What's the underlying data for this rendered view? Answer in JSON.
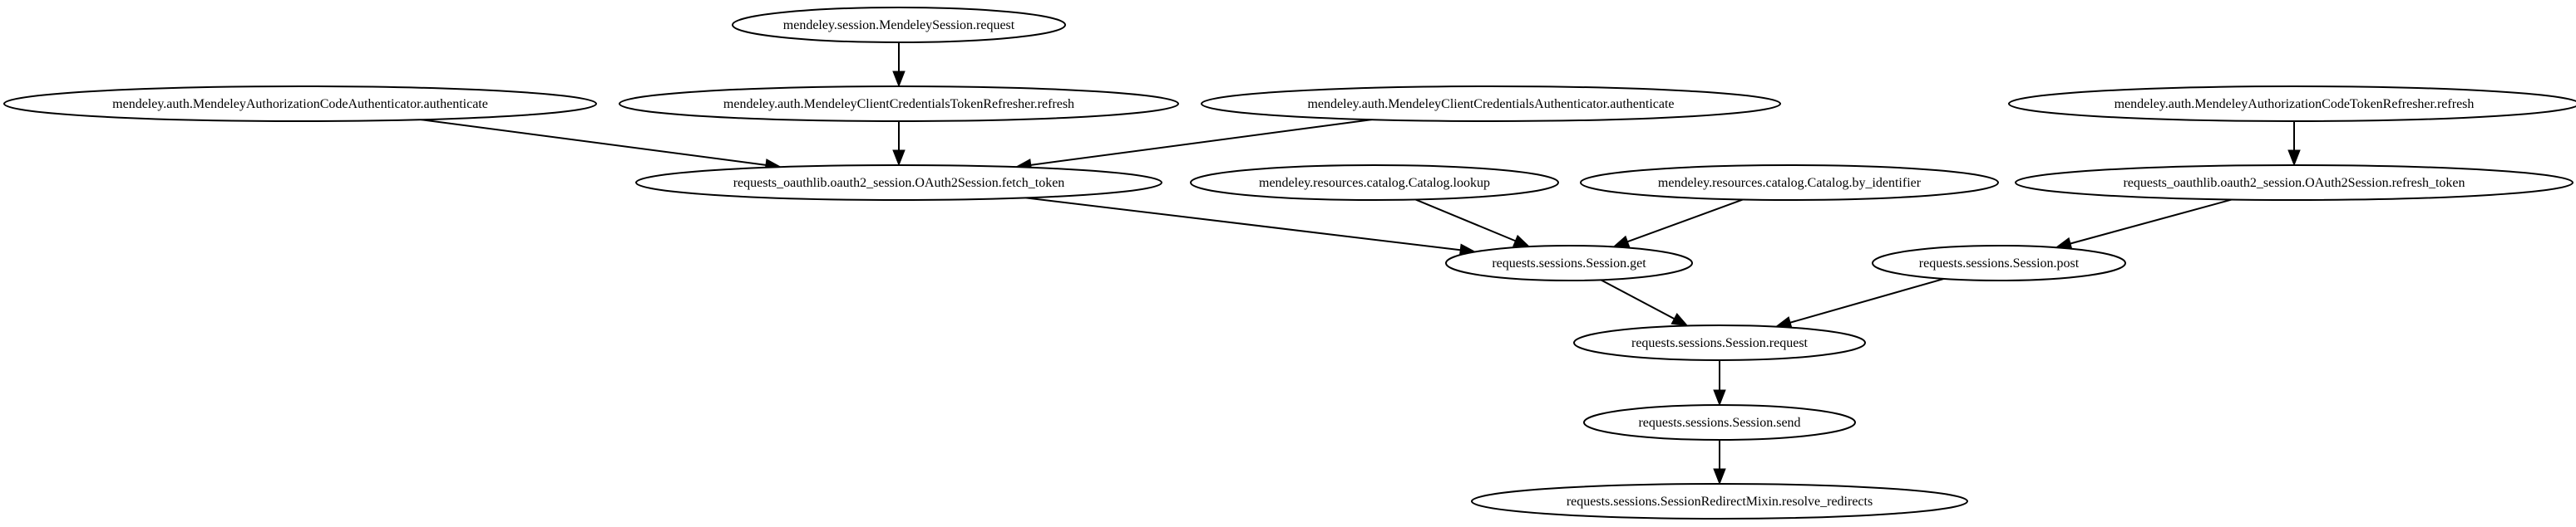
{
  "graph": {
    "nodes": [
      {
        "id": "n_session_request",
        "label": "mendeley.session.MendeleySession.request"
      },
      {
        "id": "n_authcode_authenticate",
        "label": "mendeley.auth.MendeleyAuthorizationCodeAuthenticator.authenticate"
      },
      {
        "id": "n_clientcred_refresh",
        "label": "mendeley.auth.MendeleyClientCredentialsTokenRefresher.refresh"
      },
      {
        "id": "n_clientcred_authenticate",
        "label": "mendeley.auth.MendeleyClientCredentialsAuthenticator.authenticate"
      },
      {
        "id": "n_authcode_refresher",
        "label": "mendeley.auth.MendeleyAuthorizationCodeTokenRefresher.refresh"
      },
      {
        "id": "n_fetch_token",
        "label": "requests_oauthlib.oauth2_session.OAuth2Session.fetch_token"
      },
      {
        "id": "n_catalog_lookup",
        "label": "mendeley.resources.catalog.Catalog.lookup"
      },
      {
        "id": "n_catalog_by_identifier",
        "label": "mendeley.resources.catalog.Catalog.by_identifier"
      },
      {
        "id": "n_refresh_token",
        "label": "requests_oauthlib.oauth2_session.OAuth2Session.refresh_token"
      },
      {
        "id": "n_session_get",
        "label": "requests.sessions.Session.get"
      },
      {
        "id": "n_session_post",
        "label": "requests.sessions.Session.post"
      },
      {
        "id": "n_requests_request",
        "label": "requests.sessions.Session.request"
      },
      {
        "id": "n_session_send",
        "label": "requests.sessions.Session.send"
      },
      {
        "id": "n_resolve_redirects",
        "label": "requests.sessions.SessionRedirectMixin.resolve_redirects"
      }
    ],
    "edges": [
      {
        "from": "n_session_request",
        "to": "n_clientcred_refresh"
      },
      {
        "from": "n_authcode_authenticate",
        "to": "n_fetch_token"
      },
      {
        "from": "n_clientcred_refresh",
        "to": "n_fetch_token"
      },
      {
        "from": "n_clientcred_authenticate",
        "to": "n_fetch_token"
      },
      {
        "from": "n_authcode_refresher",
        "to": "n_refresh_token"
      },
      {
        "from": "n_fetch_token",
        "to": "n_session_get"
      },
      {
        "from": "n_catalog_lookup",
        "to": "n_session_get"
      },
      {
        "from": "n_catalog_by_identifier",
        "to": "n_session_get"
      },
      {
        "from": "n_refresh_token",
        "to": "n_session_post"
      },
      {
        "from": "n_session_get",
        "to": "n_requests_request"
      },
      {
        "from": "n_session_post",
        "to": "n_requests_request"
      },
      {
        "from": "n_requests_request",
        "to": "n_session_send"
      },
      {
        "from": "n_session_send",
        "to": "n_resolve_redirects"
      }
    ]
  }
}
